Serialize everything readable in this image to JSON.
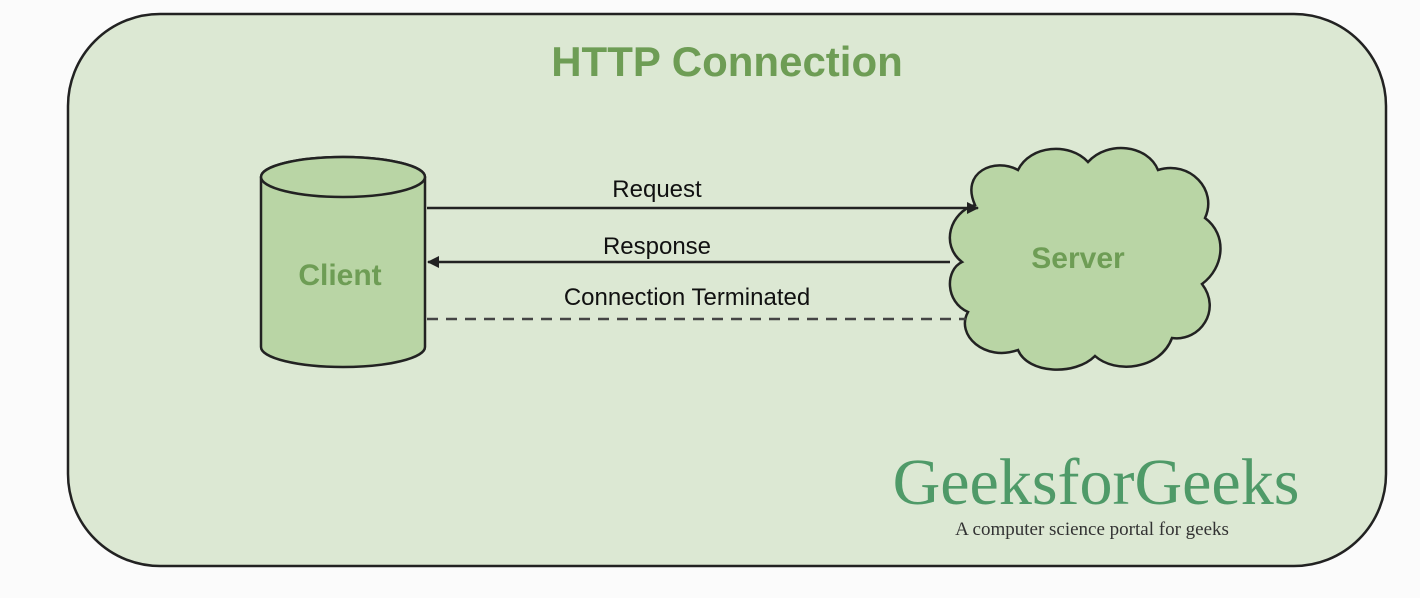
{
  "diagram": {
    "title": "HTTP Connection",
    "nodes": {
      "client": {
        "label": "Client",
        "shape": "cylinder"
      },
      "server": {
        "label": "Server",
        "shape": "cloud"
      }
    },
    "edges": [
      {
        "id": "request",
        "label": "Request",
        "from": "client",
        "to": "server",
        "style": "solid"
      },
      {
        "id": "response",
        "label": "Response",
        "from": "server",
        "to": "client",
        "style": "solid"
      },
      {
        "id": "terminated",
        "label": "Connection Terminated",
        "from": "client",
        "to": "server",
        "style": "dashed"
      }
    ]
  },
  "watermark": {
    "brand": "GeeksforGeeks",
    "tagline": "A computer science portal for geeks"
  },
  "colors": {
    "container_fill": "#dce8d3",
    "node_fill": "#b9d5a5",
    "label_green": "#6e9d55",
    "stroke": "#222222",
    "brand_green": "#4f9a68"
  }
}
